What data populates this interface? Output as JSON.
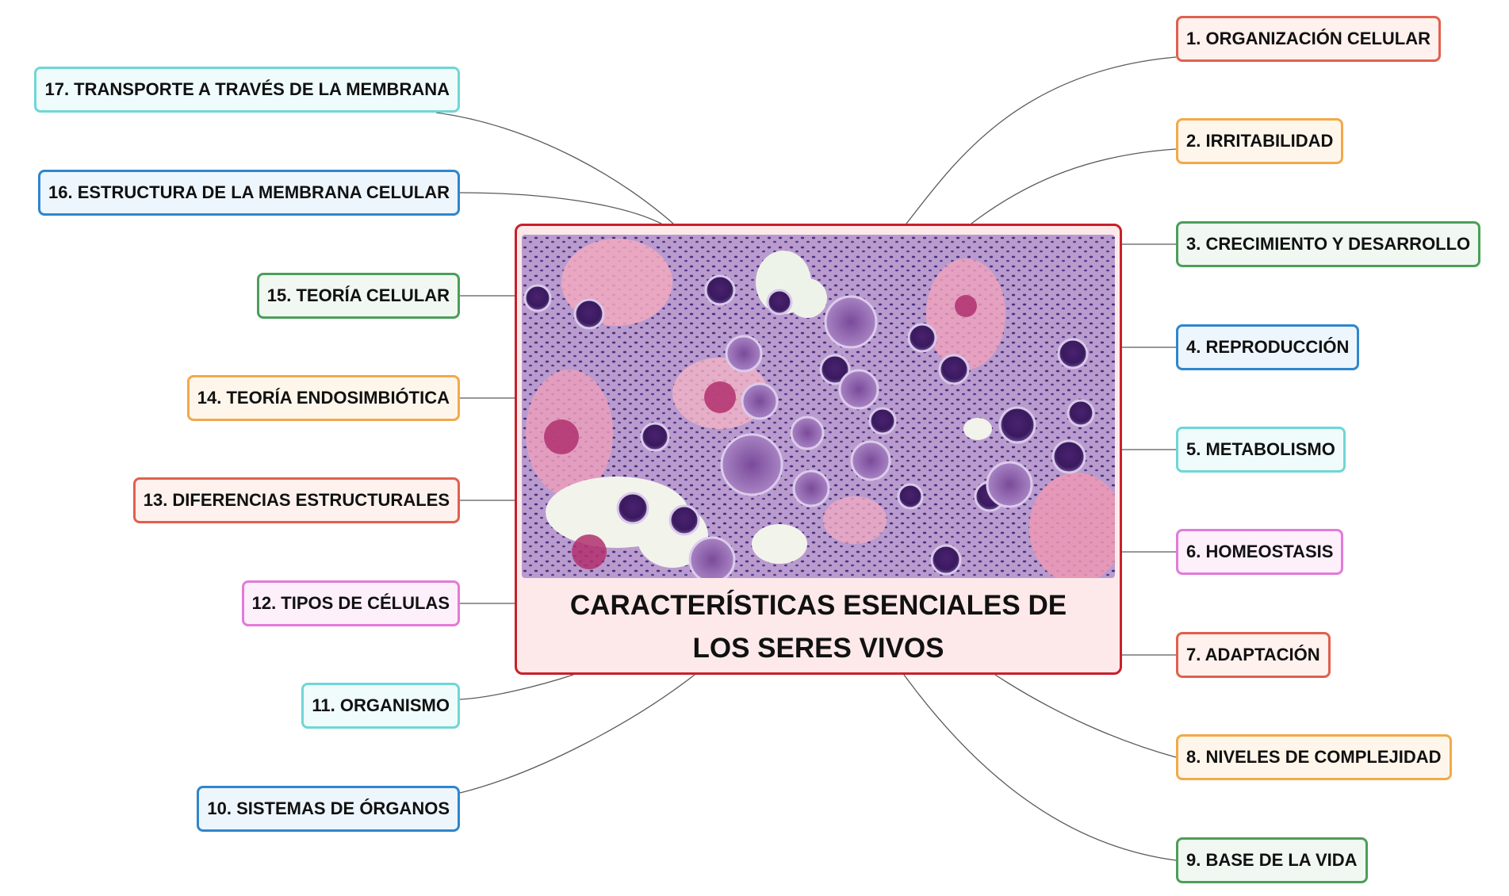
{
  "central": {
    "title": "CARACTERÍSTICAS ESENCIALES DE LOS SERES VIVOS",
    "image": "histology-micrograph",
    "border_color": "#c8202a",
    "background_color": "#fde9ea"
  },
  "right_topics": [
    {
      "label": "1. ORGANIZACIÓN CELULAR",
      "color": "red"
    },
    {
      "label": "2. IRRITABILIDAD",
      "color": "orange"
    },
    {
      "label": "3. CRECIMIENTO Y DESARROLLO",
      "color": "green"
    },
    {
      "label": "4. REPRODUCCIÓN",
      "color": "blue"
    },
    {
      "label": "5. METABOLISMO",
      "color": "cyan"
    },
    {
      "label": "6. HOMEOSTASIS",
      "color": "pink"
    },
    {
      "label": "7. ADAPTACIÓN",
      "color": "red"
    },
    {
      "label": "8. NIVELES DE COMPLEJIDAD",
      "color": "orange"
    },
    {
      "label": "9. BASE DE LA VIDA",
      "color": "green"
    }
  ],
  "left_topics": [
    {
      "label": "17. TRANSPORTE A TRAVÉS DE LA MEMBRANA",
      "color": "cyan"
    },
    {
      "label": "16. ESTRUCTURA DE LA MEMBRANA CELULAR",
      "color": "blue"
    },
    {
      "label": "15. TEORÍA CELULAR",
      "color": "green"
    },
    {
      "label": "14. TEORÍA ENDOSIMBIÓTICA",
      "color": "orange"
    },
    {
      "label": "13. DIFERENCIAS ESTRUCTURALES",
      "color": "red"
    },
    {
      "label": "12. TIPOS DE CÉLULAS",
      "color": "pink"
    },
    {
      "label": "11. ORGANISMO",
      "color": "cyan"
    },
    {
      "label": "10. SISTEMAS DE ÓRGANOS",
      "color": "blue"
    }
  ],
  "colors": {
    "red": "#e0604e",
    "orange": "#f2a94a",
    "green": "#4c9e5a",
    "blue": "#2f86cc",
    "cyan": "#6fd6d6",
    "pink": "#e37ad9",
    "connector": "#5a5a5a"
  }
}
